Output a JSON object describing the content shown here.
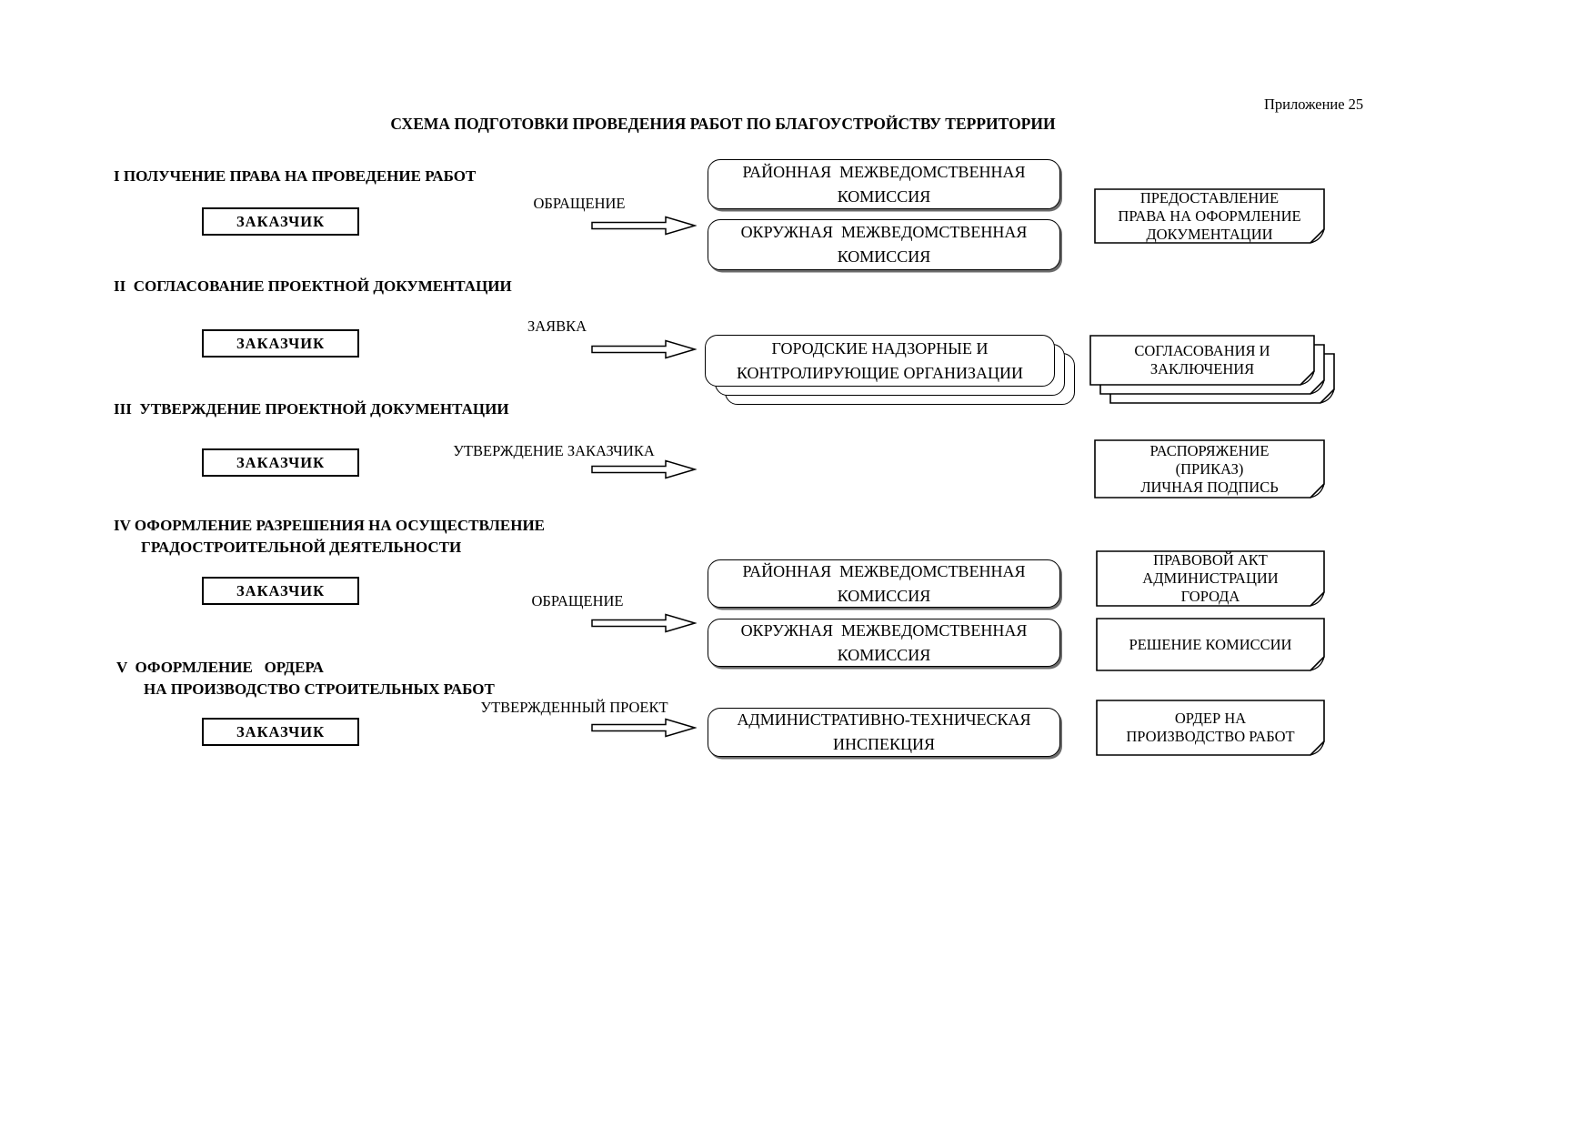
{
  "appendix": "Приложение 25",
  "title": "СХЕМА ПОДГОТОВКИ ПРОВЕДЕНИЯ РАБОТ ПО БЛАГОУСТРОЙСТВУ ТЕРРИТОРИИ",
  "colors": {
    "ink": "#000000",
    "paper": "#ffffff"
  },
  "sections": [
    {
      "heading": "I ПОЛУЧЕНИЕ ПРАВА НА ПРОВЕДЕНИЕ РАБОТ",
      "customer": "ЗАКАЗЧИК",
      "flow_label": "ОБРАЩЕНИЕ",
      "org_boxes": [
        "РАЙОННАЯ  МЕЖВЕДОМСТВЕННАЯ\nКОМИССИЯ",
        "ОКРУЖНАЯ  МЕЖВЕДОМСТВЕННАЯ\nКОМИССИЯ"
      ],
      "result_docs": [
        "ПРЕДОСТАВЛЕНИЕ\nПРАВА НА ОФОРМЛЕНИЕ\nДОКУМЕНТАЦИИ"
      ]
    },
    {
      "heading": "II  СОГЛАСОВАНИЕ ПРОЕКТНОЙ ДОКУМЕНТАЦИИ",
      "customer": "ЗАКАЗЧИК",
      "flow_label": "ЗАЯВКА",
      "org_boxes": [
        "ГОРОДСКИЕ НАДЗОРНЫЕ И\nКОНТРОЛИРУЮЩИЕ ОРГАНИЗАЦИИ"
      ],
      "result_docs": [
        "СОГЛАСОВАНИЯ И\nЗАКЛЮЧЕНИЯ"
      ]
    },
    {
      "heading": "III  УТВЕРЖДЕНИЕ ПРОЕКТНОЙ ДОКУМЕНТАЦИИ",
      "customer": "ЗАКАЗЧИК",
      "flow_label": "УТВЕРЖДЕНИЕ ЗАКАЗЧИКА",
      "org_boxes": [],
      "result_docs": [
        "РАСПОРЯЖЕНИЕ\n(ПРИКАЗ)\nЛИЧНАЯ ПОДПИСЬ"
      ]
    },
    {
      "heading": "IV ОФОРМЛЕНИЕ РАЗРЕШЕНИЯ НА ОСУЩЕСТВЛЕНИЕ\nГРАДОСТРОИТЕЛЬНОЙ ДЕЯТЕЛЬНОСТИ",
      "customer": "ЗАКАЗЧИК",
      "flow_label": "ОБРАЩЕНИЕ",
      "org_boxes": [
        "РАЙОННАЯ  МЕЖВЕДОМСТВЕННАЯ\nКОМИССИЯ",
        "ОКРУЖНАЯ  МЕЖВЕДОМСТВЕННАЯ\nКОМИССИЯ"
      ],
      "result_docs": [
        "ПРАВОВОЙ АКТ\nАДМИНИСТРАЦИИ\nГОРОДА",
        "РЕШЕНИЕ КОМИССИИ"
      ]
    },
    {
      "heading": "V  ОФОРМЛЕНИЕ   ОРДЕРА\nНА ПРОИЗВОДСТВО СТРОИТЕЛЬНЫХ РАБОТ",
      "customer": "ЗАКАЗЧИК",
      "flow_label": "УТВЕРЖДЕННЫЙ ПРОЕКТ",
      "org_boxes": [
        "АДМИНИСТРАТИВНО-ТЕХНИЧЕСКАЯ\nИНСПЕКЦИЯ"
      ],
      "result_docs": [
        "ОРДЕР НА\nПРОИЗВОДСТВО РАБОТ"
      ]
    }
  ]
}
